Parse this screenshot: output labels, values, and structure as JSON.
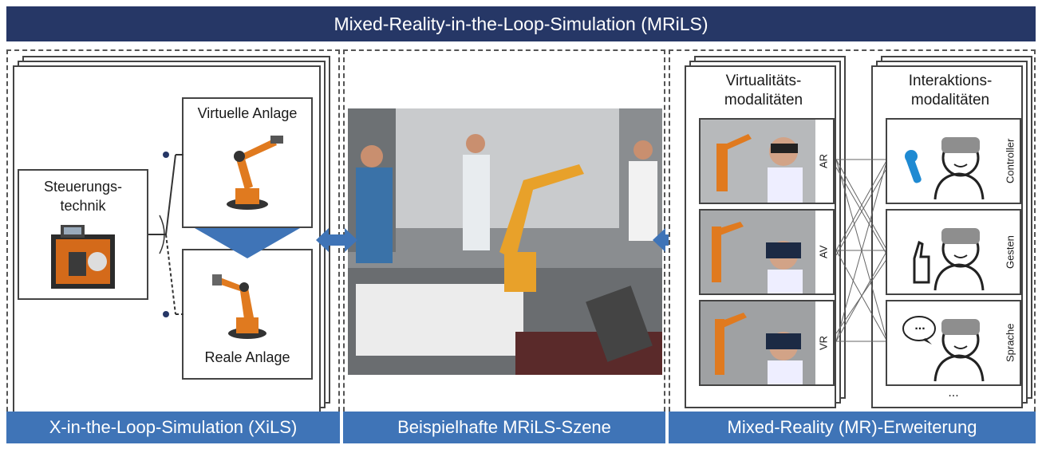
{
  "header": {
    "title": "Mixed-Reality-in-the-Loop-Simulation (MRiLS)"
  },
  "left_panel": {
    "footer": "X-in-the-Loop-Simulation (XiLS)",
    "steuerung_label": "Steuerungs-\ntechnik",
    "virtual_label": "Virtuelle Anlage",
    "real_label": "Reale Anlage"
  },
  "middle_panel": {
    "footer": "Beispielhafte MRiLS-Szene"
  },
  "right_panel": {
    "footer": "Mixed-Reality (MR)-Erweiterung",
    "virtualitaet_title": "Virtualitäts-\nmodalitäten",
    "interaktion_title": "Interaktions-\nmodalitäten",
    "modalities": [
      "AR",
      "AV",
      "VR"
    ],
    "interactions": [
      "Controller",
      "Gesten",
      "Sprache"
    ],
    "more": "...",
    "speech_bubble": "..."
  },
  "colors": {
    "banner": "#263766",
    "footer": "#3f74b7",
    "arrow": "#3f74b7",
    "robot": "#e07a1f"
  }
}
